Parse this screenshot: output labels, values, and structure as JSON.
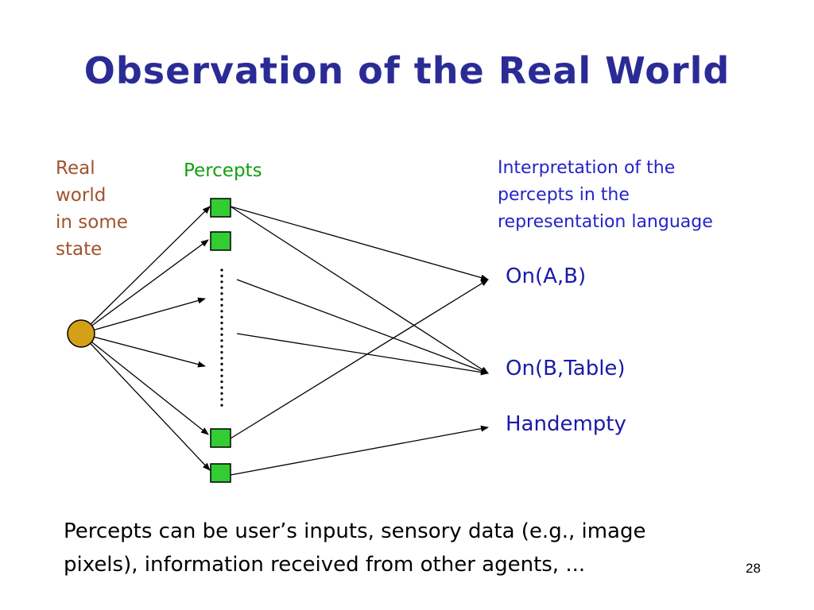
{
  "title": "Observation of the Real World",
  "labels": {
    "real_world": "Real\nworld\nin some\nstate",
    "percepts": "Percepts",
    "interpretation": "Interpretation of the\npercepts in the\nrepresentation language"
  },
  "statements": [
    "On(A,B)",
    "On(B,Table)",
    "Handempty"
  ],
  "footnote": "Percepts can be user’s inputs, sensory data (e.g., image\npixels), information received from other agents, ...",
  "page_number": "28",
  "colors": {
    "title": "#2b2b96",
    "real_world_label": "#a0522d",
    "percepts_label": "#11a011",
    "interpretation_label": "#2424c8",
    "statement": "#1a1aa8",
    "world_node": "#d4a017",
    "percept_node": "#33cc33"
  }
}
